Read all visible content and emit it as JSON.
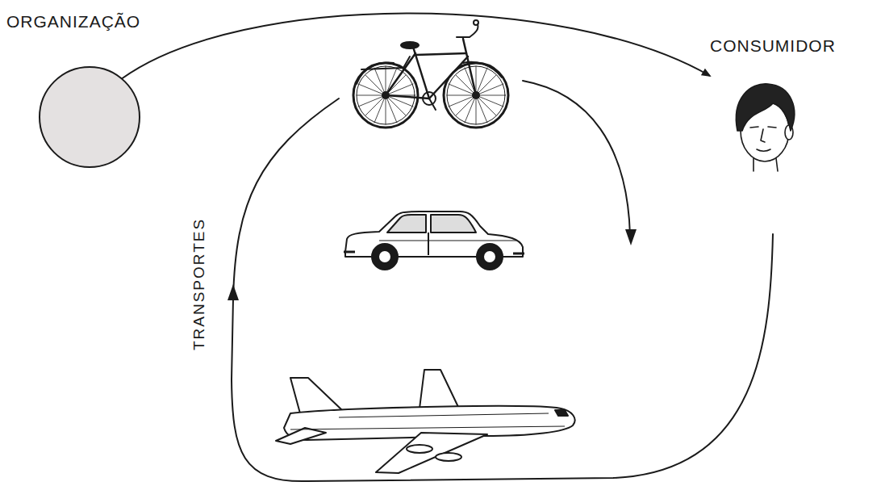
{
  "diagram": {
    "nodes": [
      {
        "text": [
          "ORGANIZAÇÃO"
        ]
      },
      {
        "text": [
          "CONSUMIDOR"
        ]
      }
    ],
    "edges": [
      {
        "from": 0,
        "to": 1,
        "arrow": "to"
      }
    ],
    "labels": [
      "TRANSPORTES"
    ]
  }
}
